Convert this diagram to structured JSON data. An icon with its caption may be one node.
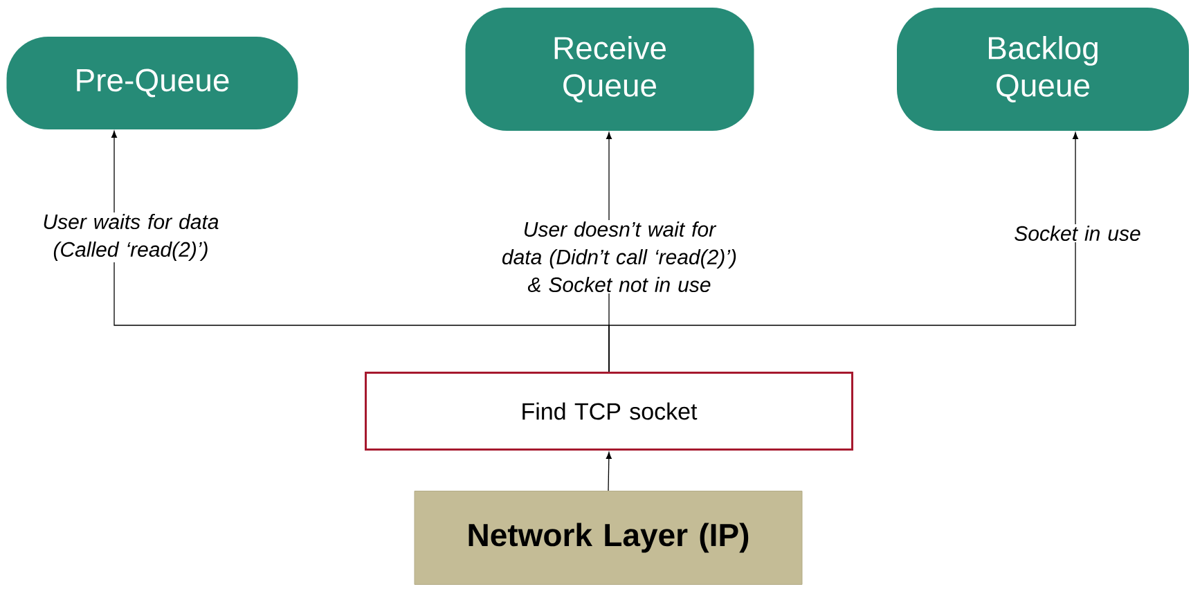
{
  "diagram": {
    "nodes": [
      {
        "text": [
          "Pre-Queue"
        ]
      },
      {
        "text": [
          "Receive Queue"
        ]
      },
      {
        "text": [
          "Backlog Queue"
        ]
      },
      {
        "text": [
          "Find TCP socket"
        ]
      },
      {
        "text": [
          "Network Layer (IP)"
        ]
      }
    ],
    "edges": [
      {
        "from": 3,
        "to": 0,
        "arrow": "to",
        "label": "User waits for data (Called ‘read(2)’)"
      },
      {
        "from": 3,
        "to": 1,
        "arrow": "to",
        "label": "User doesn’t wait for data (Didn’t call ‘read(2)’) & Socket not in use"
      },
      {
        "from": 3,
        "to": 2,
        "arrow": "to",
        "label": "Socket in use"
      },
      {
        "from": 4,
        "to": 3,
        "arrow": "to"
      }
    ]
  }
}
